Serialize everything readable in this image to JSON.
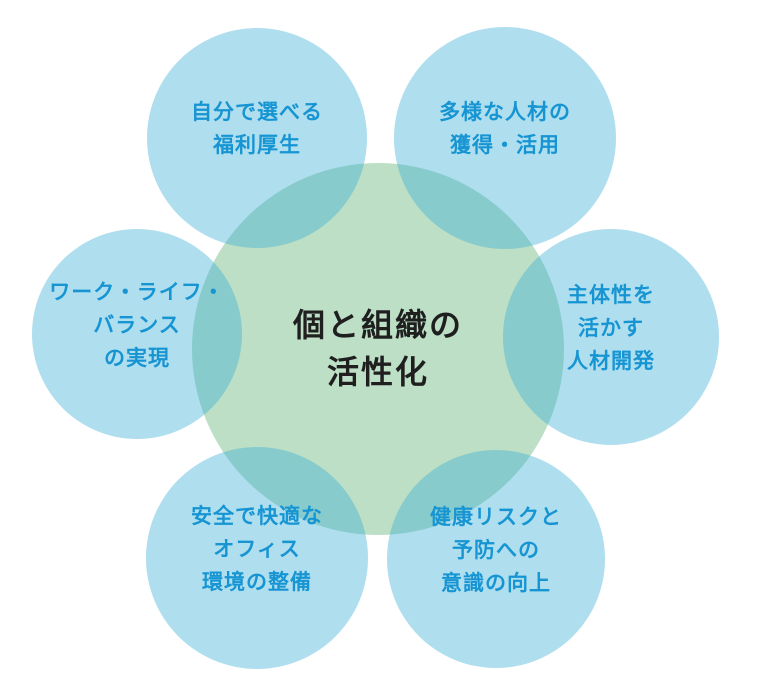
{
  "diagram": {
    "center": {
      "lines": [
        "個と組織の",
        "活性化"
      ]
    },
    "satellites": [
      {
        "id": "selectable-benefits",
        "position": "top-left",
        "lines": [
          "自分で選べる",
          "福利厚生"
        ]
      },
      {
        "id": "diverse-talent",
        "position": "top-right",
        "lines": [
          "多様な人材の",
          "獲得・活用"
        ]
      },
      {
        "id": "work-life-balance",
        "position": "left",
        "lines": [
          "ワーク・ライフ・",
          "バランス",
          "の実現"
        ]
      },
      {
        "id": "talent-development",
        "position": "right",
        "lines": [
          "主体性を",
          "活かす",
          "人材開発"
        ]
      },
      {
        "id": "office-environment",
        "position": "bottom-left",
        "lines": [
          "安全で快適な",
          "オフィス",
          "環境の整備"
        ]
      },
      {
        "id": "health-risk-awareness",
        "position": "bottom-right",
        "lines": [
          "健康リスクと",
          "予防への",
          "意識の向上"
        ]
      }
    ],
    "colors": {
      "background": "#ffffff",
      "center_fill": "#bcdfc5",
      "center_text": "#1f1f1f",
      "satellite_fill": "rgba(60,174,217,0.41)",
      "satellite_text": "#1795d3"
    }
  }
}
